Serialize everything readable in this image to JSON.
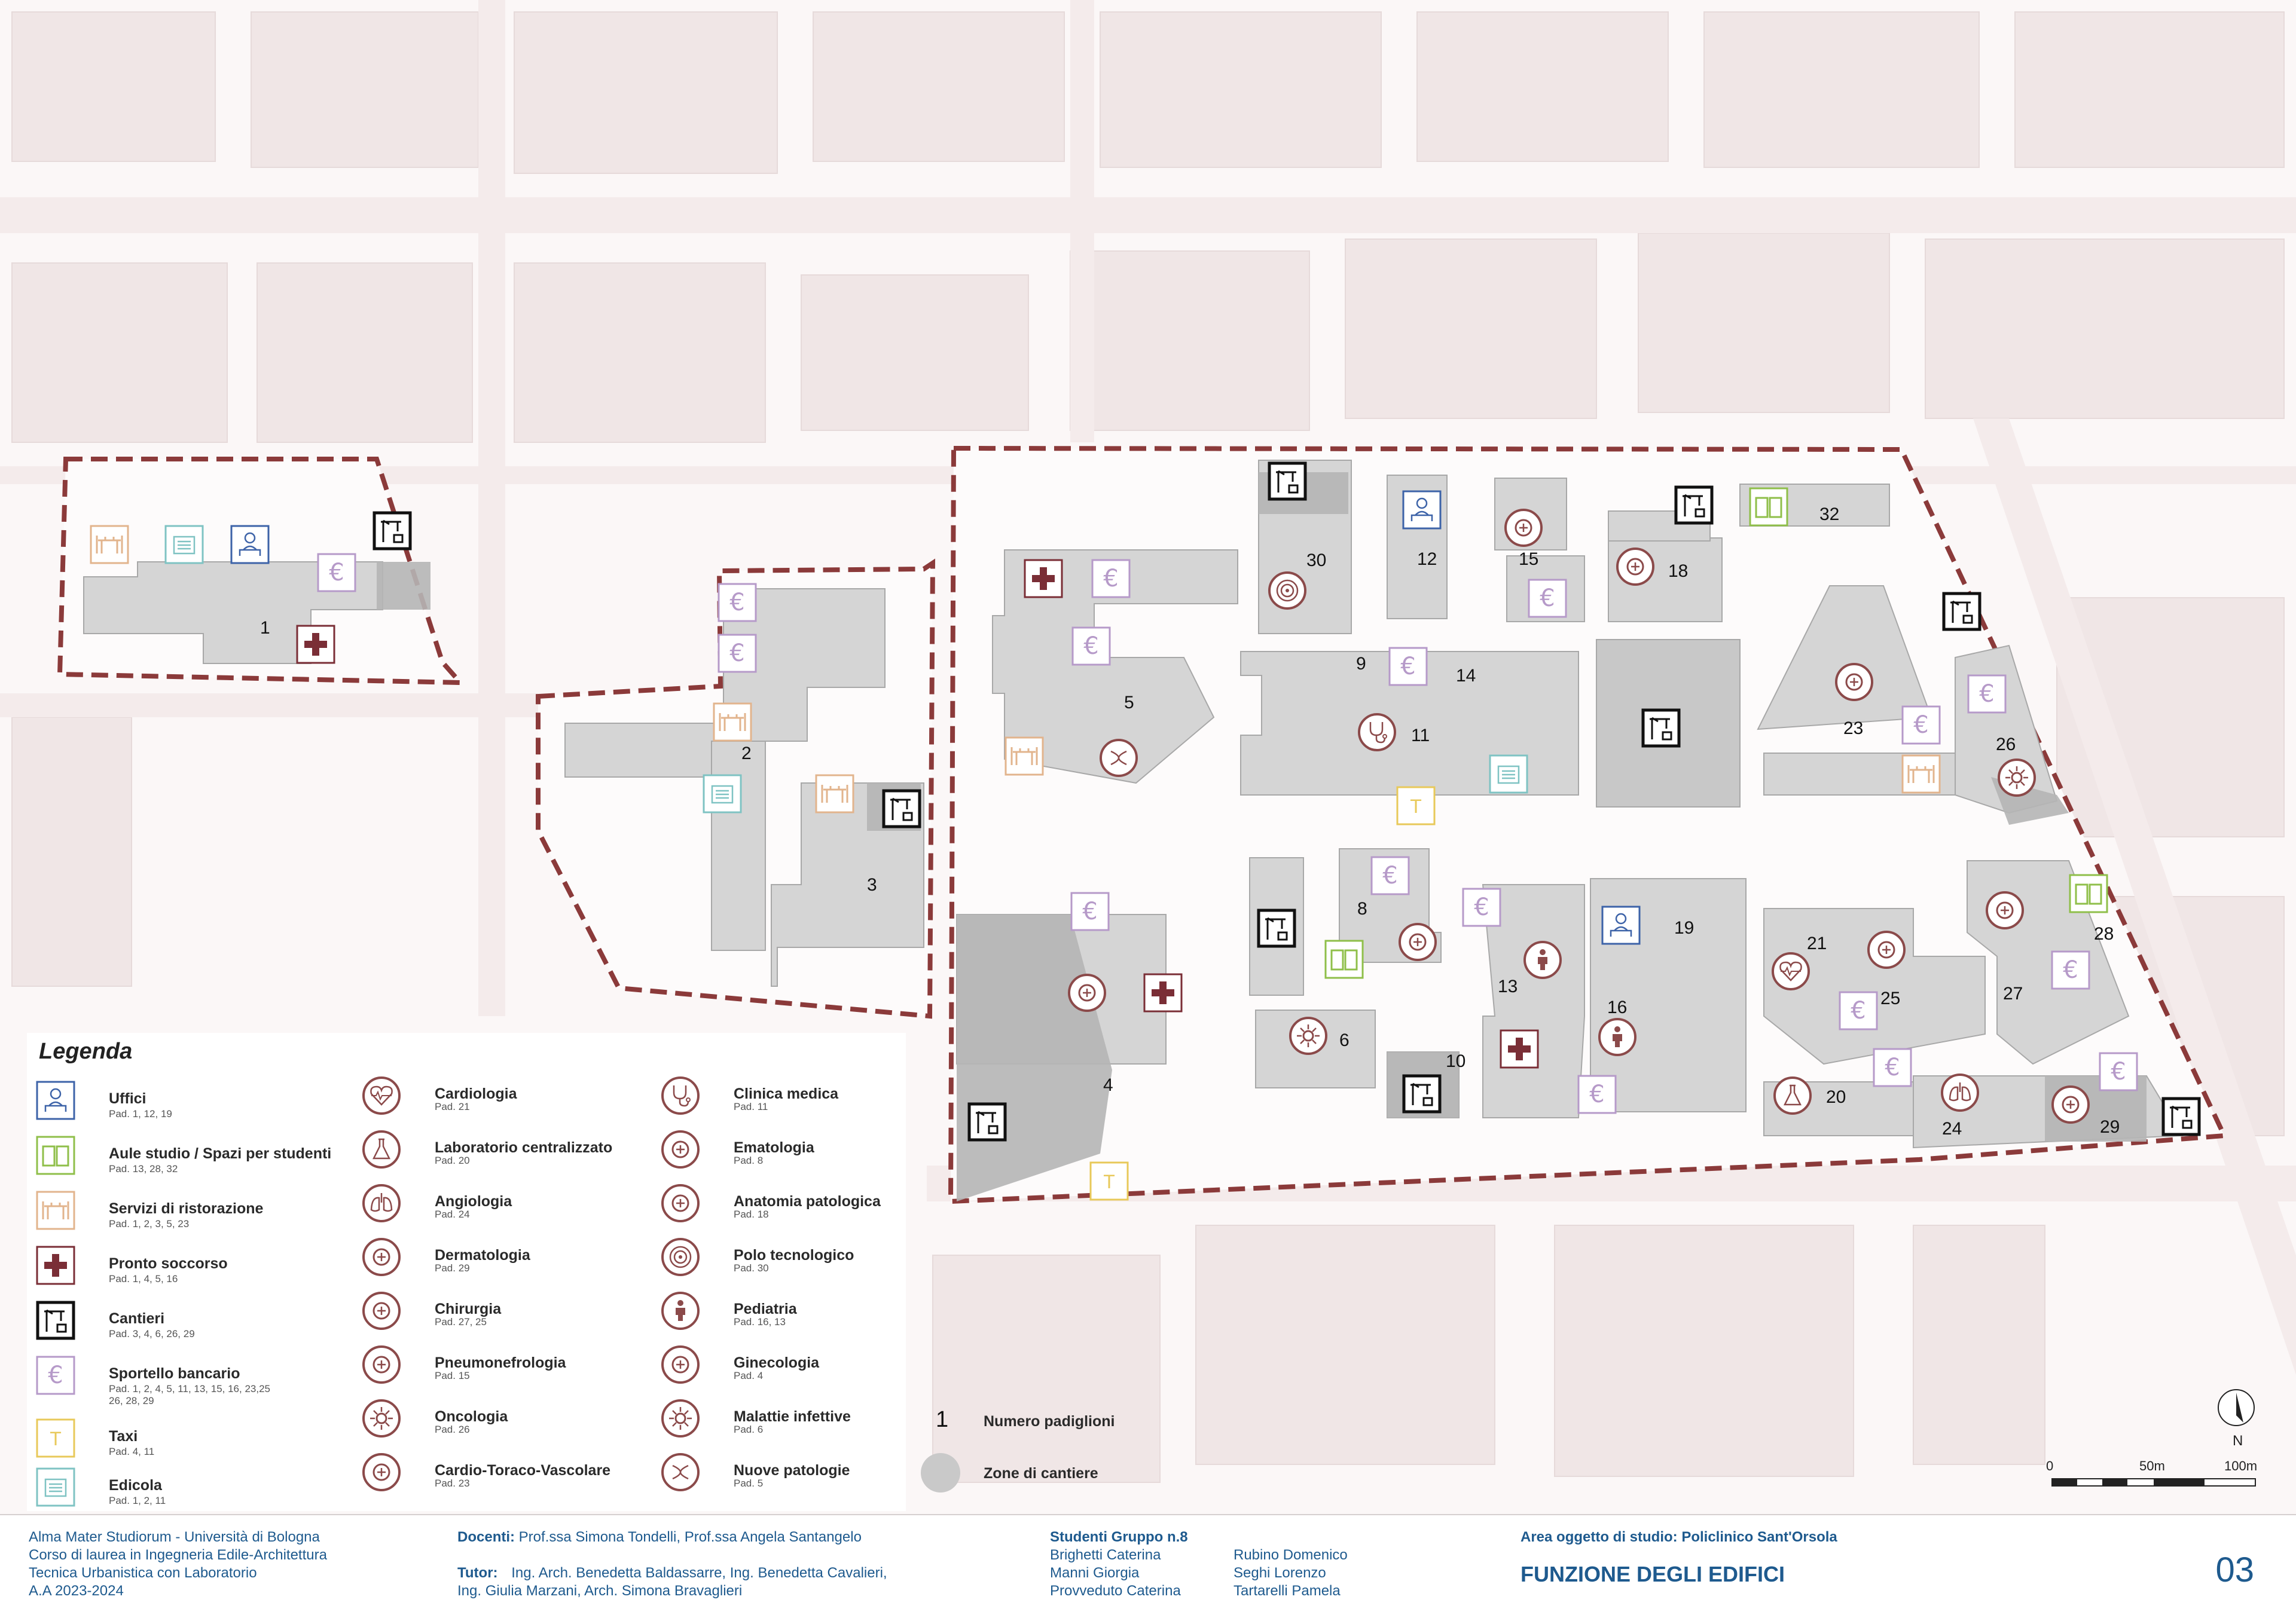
{
  "map": {
    "pavilion_numbers": [
      "1",
      "2",
      "3",
      "4",
      "5",
      "6",
      "8",
      "9",
      "10",
      "11",
      "12",
      "13",
      "14",
      "15",
      "16",
      "18",
      "19",
      "20",
      "21",
      "23",
      "24",
      "25",
      "26",
      "27",
      "28",
      "29",
      "30",
      "32"
    ],
    "scale": {
      "labels": [
        "0",
        "50m",
        "100m"
      ]
    },
    "north_label": "N",
    "colors": {
      "boundary": "#8b3a3a",
      "building": "#d4d4d4",
      "construction_zone": "#b3b3b3",
      "street": "#f3e8e8"
    }
  },
  "legend": {
    "title": "Legenda",
    "left_column": [
      {
        "icon": "office-icon",
        "name": "Uffici",
        "sub": "Pad. 1, 12, 19"
      },
      {
        "icon": "book-icon",
        "name": "Aule studio  / Spazi per studenti",
        "sub": "Pad. 13, 28, 32"
      },
      {
        "icon": "dining-icon",
        "name": "Servizi di ristorazione",
        "sub": "Pad. 1, 2, 3, 5, 23"
      },
      {
        "icon": "cross-icon",
        "name": "Pronto soccorso",
        "sub": "Pad. 1, 4, 5, 16"
      },
      {
        "icon": "crane-icon",
        "name": "Cantieri",
        "sub": "Pad. 3, 4, 6, 26, 29"
      },
      {
        "icon": "euro-icon",
        "name": "Sportello bancario",
        "sub": "Pad. 1, 2, 4, 5, 11, 13, 15, 16, 23,25",
        "sub2": "26, 28, 29"
      },
      {
        "icon": "taxi-icon",
        "name": "Taxi",
        "sub": "Pad. 4, 11"
      },
      {
        "icon": "newspaper-icon",
        "name": "Edicola",
        "sub": "Pad. 1, 2, 11"
      }
    ],
    "mid_column": [
      {
        "icon": "heartbeat-icon",
        "name": "Cardiologia",
        "sub": "Pad. 21"
      },
      {
        "icon": "flask-icon",
        "name": "Laboratorio centralizzato",
        "sub": "Pad. 20"
      },
      {
        "icon": "lungs-icon",
        "name": "Angiologia",
        "sub": "Pad. 24"
      },
      {
        "icon": "skin-icon",
        "name": "Dermatologia",
        "sub": "Pad. 29"
      },
      {
        "icon": "scalpel-icon",
        "name": "Chirurgia",
        "sub": "Pad. 27, 25"
      },
      {
        "icon": "kidneys-icon",
        "name": "Pneumonefrologia",
        "sub": "Pad. 15"
      },
      {
        "icon": "virus-icon",
        "name": "Oncologia",
        "sub": "Pad. 26"
      },
      {
        "icon": "heart-lungs-icon",
        "name": "Cardio-Toraco-Vascolare",
        "sub": "Pad. 23"
      }
    ],
    "right_column": [
      {
        "icon": "stethoscope-icon",
        "name": "Clinica medica",
        "sub": "Pad. 11"
      },
      {
        "icon": "blood-icon",
        "name": "Ematologia",
        "sub": "Pad. 8"
      },
      {
        "icon": "brain-icon",
        "name": "Anatomia patologica",
        "sub": "Pad. 18"
      },
      {
        "icon": "target-icon",
        "name": "Polo tecnologico",
        "sub": "Pad. 30"
      },
      {
        "icon": "child-icon",
        "name": "Pediatria",
        "sub": "Pad. 16, 13"
      },
      {
        "icon": "uterus-icon",
        "name": "Ginecologia",
        "sub": "Pad. 4"
      },
      {
        "icon": "germ-icon",
        "name": "Malattie infettive",
        "sub": "Pad. 6"
      },
      {
        "icon": "dna-icon",
        "name": "Nuove patologie",
        "sub": "Pad. 5"
      }
    ],
    "extra": [
      {
        "symbol": "1",
        "name": "Numero padiglioni"
      },
      {
        "name": "Zone di cantiere"
      }
    ]
  },
  "footer": {
    "university": [
      "Alma Mater Studiorum - Università di Bologna",
      "Corso di laurea in Ingegneria Edile-Architettura",
      "Tecnica Urbanistica con Laboratorio",
      "A.A 2023-2024"
    ],
    "docenti_label": "Docenti:",
    "docenti": "Prof.ssa Simona Tondelli, Prof.ssa Angela Santangelo",
    "tutor_label": "Tutor:",
    "tutor_1": "Ing. Arch. Benedetta Baldassarre, Ing. Benedetta Cavalieri,",
    "tutor_2": "Ing. Giulia Marzani, Arch. Simona Bravaglieri",
    "students_label": "Studenti Gruppo n.8",
    "students_a": [
      "Brighetti Caterina",
      "Manni Giorgia",
      "Provveduto Caterina"
    ],
    "students_b": [
      "Rubino Domenico",
      "Seghi Lorenzo",
      "Tartarelli Pamela"
    ],
    "area_label": "Area oggetto di studio: Policlinico Sant'Orsola",
    "title": "FUNZIONE DEGLI EDIFICI",
    "page_number": "03"
  }
}
